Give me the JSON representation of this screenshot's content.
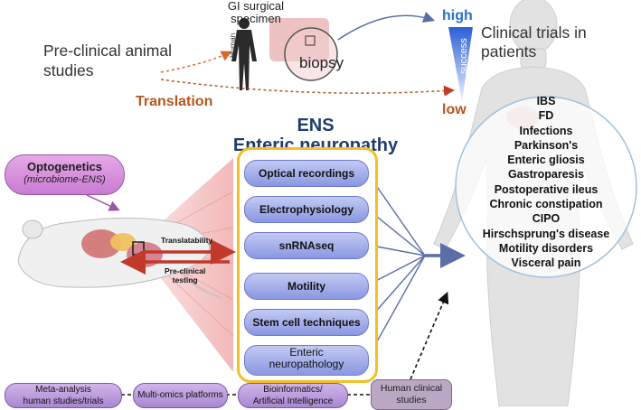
{
  "top": {
    "preclinical": "Pre-clinical animal studies",
    "gi_specimen": "GI surgical specimen",
    "human_label": "Human",
    "biopsy": "biopsy",
    "translation": "Translation",
    "high": "high",
    "low": "low",
    "success": "success",
    "clinical_trials": "Clinical trials in patients"
  },
  "ens": {
    "title": "ENS",
    "subtitle": "Enteric neuropathy",
    "techniques": [
      "Optical recordings",
      "Electrophysiology",
      "snRNAseq",
      "Motility",
      "Stem cell techniques"
    ],
    "neuropathology": [
      "Enteric",
      "neuropathology"
    ]
  },
  "optogenetics": {
    "title": "Optogenetics",
    "subtitle": "(microbiome-ENS)"
  },
  "arrows": {
    "translatability": "Translatability",
    "preclinical_testing": [
      "Pre-clinical",
      "testing"
    ]
  },
  "conditions": [
    "IBS",
    "FD",
    "Infections",
    "Parkinson's",
    "Enteric gliosis",
    "Gastroparesis",
    "Postoperative ileus",
    "Chronic constipation",
    "CIPO",
    "Hirschsprung's disease",
    "Motility disorders",
    "Visceral pain"
  ],
  "bottom": {
    "meta": [
      "Meta-analysis",
      "human studies/trials"
    ],
    "multiomics": "Multi-omics platforms",
    "bioinfo": [
      "Bioinformatics/",
      "Artificial Intelligence"
    ],
    "human_clinical": [
      "Human clinical",
      "studies"
    ]
  },
  "colors": {
    "navy": "#1f3d6b",
    "orange": "#b5561c",
    "blue": "#2b6fc5",
    "gold": "#f2bf26",
    "pill": "#8a97e2",
    "lilac": "#a887d2"
  }
}
